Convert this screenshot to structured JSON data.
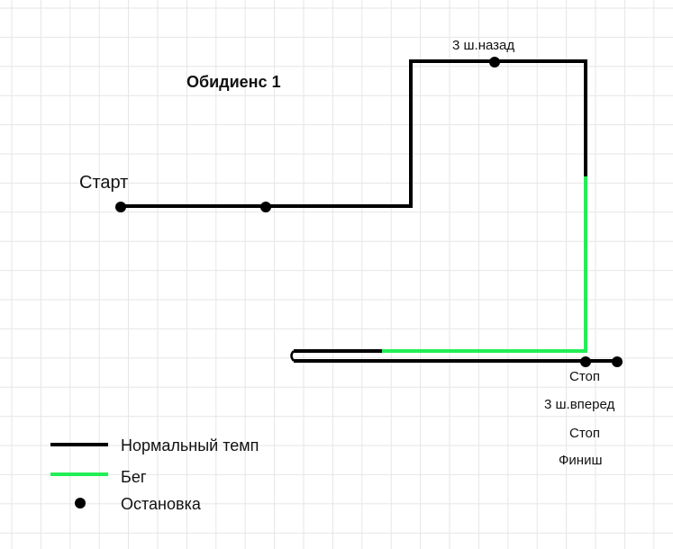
{
  "title": "Обидиенс 1",
  "labels": {
    "start": "Старт",
    "back": "3 ш.назад",
    "stop1": "Стоп",
    "forward": "3 ш.вперед",
    "stop2": "Стоп",
    "finish": "Финиш"
  },
  "legend": {
    "normal": "Нормальный темп",
    "run": "Бег",
    "stop": "Остановка"
  },
  "colors": {
    "normal": "#000000",
    "run": "#22ee55",
    "grid": "#e6e6e6"
  }
}
